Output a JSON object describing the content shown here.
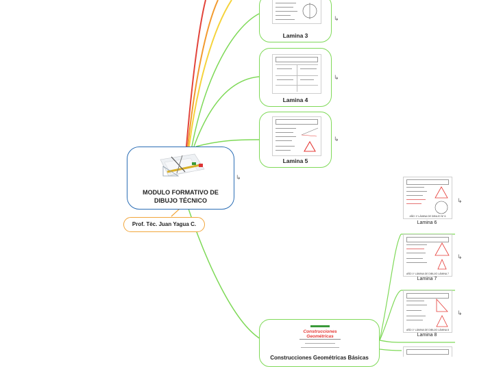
{
  "central": {
    "title": "MODULO FORMATIVO DE DIBUJO TÉCNICO"
  },
  "author": {
    "label": "Prof. Tèc. Juan Yagua C."
  },
  "laminas_left": [
    {
      "label": "Lamina 3"
    },
    {
      "label": "Lamina 4"
    },
    {
      "label": "Lamina 5"
    }
  ],
  "construcciones": {
    "label": "Construcciones Geométricas Básicas",
    "thumb_title": "Construcciones Geométricas"
  },
  "laminas_right": [
    {
      "label": "Lamina 6",
      "caption": "AÑO 1º LÁMINA DE DIBUJO Nº 6"
    },
    {
      "label": "Lamina 7",
      "caption": "AÑO 1º LÁMINA DE DIBUJO LÁMINA 7"
    },
    {
      "label": "Lamina 8",
      "caption": "AÑO 1º LÁMINA DE DIBUJO LÁMINA 8"
    }
  ],
  "colors": {
    "branch_green": "#7ed957",
    "central_border": "#2a6db5",
    "author_border": "#f2a53a",
    "drawing_red": "#e53935"
  }
}
